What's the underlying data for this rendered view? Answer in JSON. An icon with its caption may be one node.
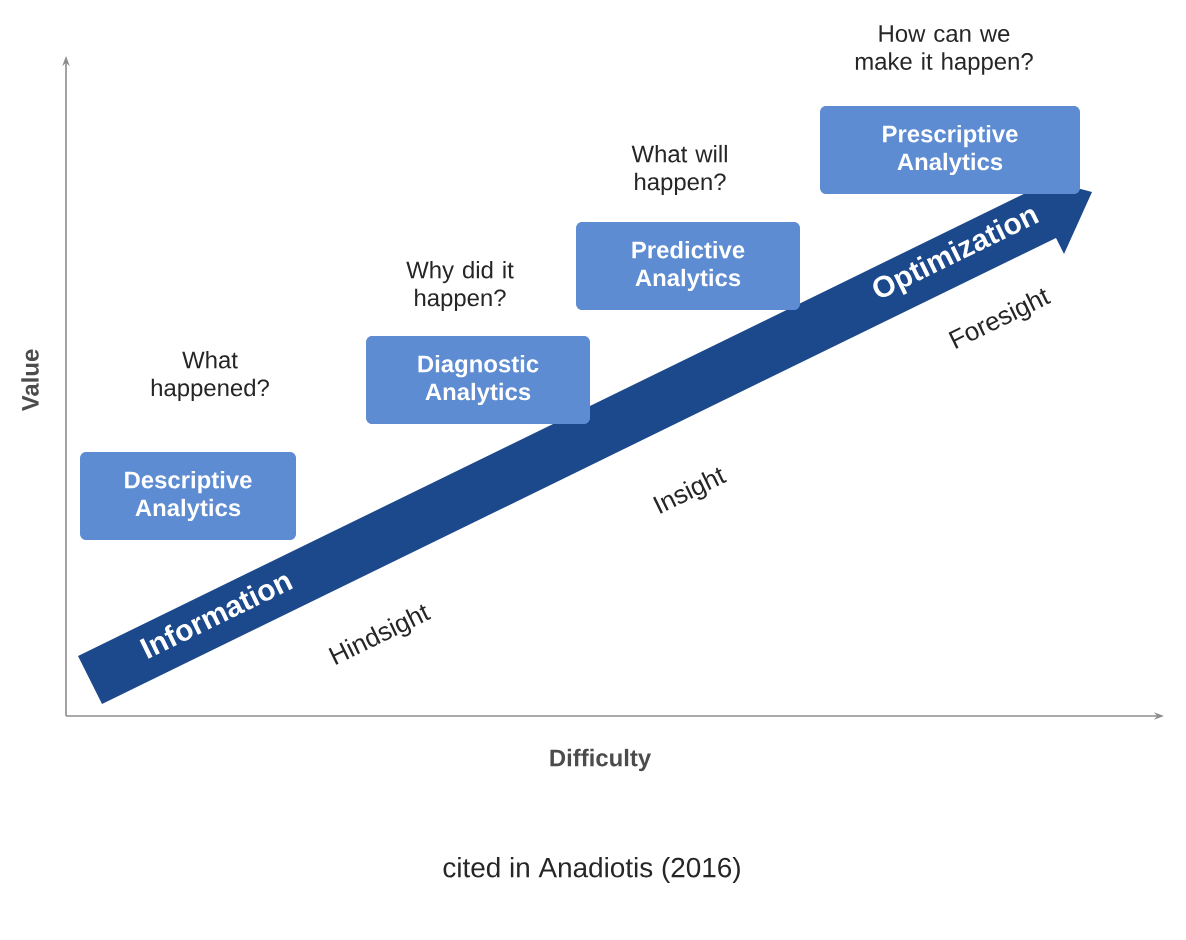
{
  "diagram": {
    "caption": "cited in Anadiotis (2016)",
    "nodes": [
      {
        "text": [
          "Descriptive Analytics"
        ],
        "beside": [
          "What happened?"
        ]
      },
      {
        "text": [
          "Diagnostic Analytics"
        ],
        "beside": [
          "Why did it happen?"
        ]
      },
      {
        "text": [
          "Predictive Analytics"
        ],
        "beside": [
          "What will happen?"
        ]
      },
      {
        "text": [
          "Prescriptive Analytics"
        ],
        "beside": [
          "How can we make it happen?"
        ]
      }
    ],
    "labels": [
      "Value",
      "Information",
      "Optimization",
      "Hindsight",
      "Insight",
      "Foresight",
      "Difficulty"
    ]
  }
}
